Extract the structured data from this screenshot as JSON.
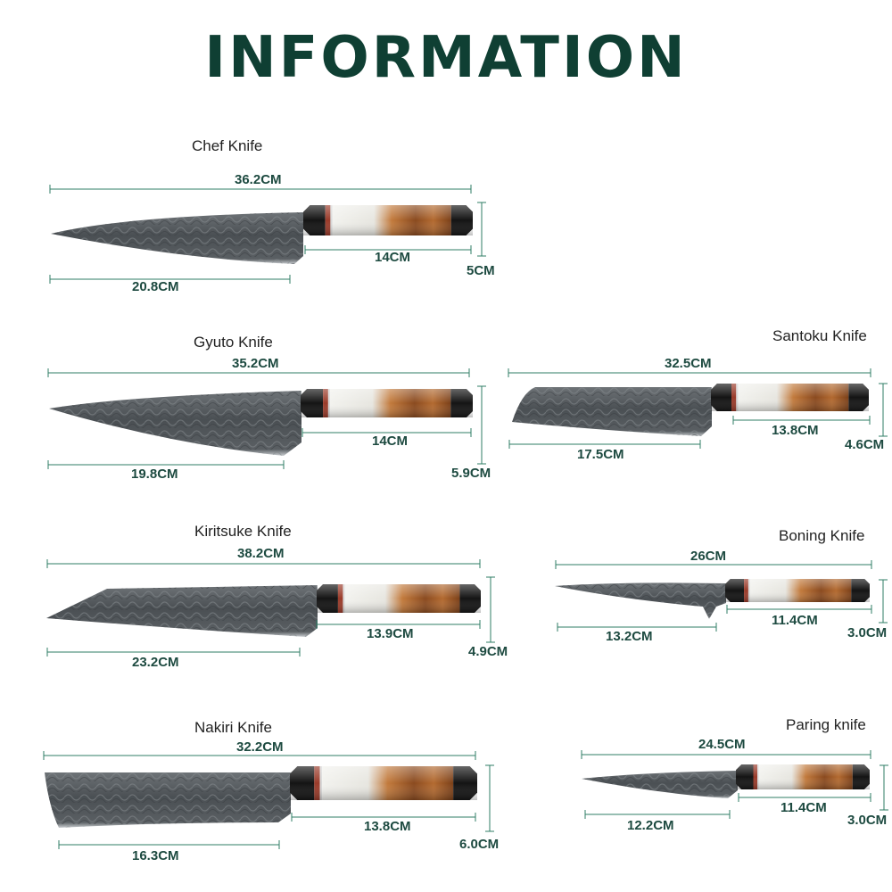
{
  "title": "INFORMATION",
  "colors": {
    "title": "#0f3f33",
    "dimension_line": "#2f7d66",
    "dimension_text": "#1d4a40"
  },
  "knives": [
    {
      "name": "Chef Knife",
      "total_length": "36.2CM",
      "handle_length": "14CM",
      "blade_length": "20.8CM",
      "height": "5CM"
    },
    {
      "name": "Gyuto Knife",
      "total_length": "35.2CM",
      "handle_length": "14CM",
      "blade_length": "19.8CM",
      "height": "5.9CM"
    },
    {
      "name": "Santoku Knife",
      "total_length": "32.5CM",
      "handle_length": "13.8CM",
      "blade_length": "17.5CM",
      "height": "4.6CM"
    },
    {
      "name": "Kiritsuke Knife",
      "total_length": "38.2CM",
      "handle_length": "13.9CM",
      "blade_length": "23.2CM",
      "height": "4.9CM"
    },
    {
      "name": "Boning Knife",
      "total_length": "26CM",
      "handle_length": "11.4CM",
      "blade_length": "13.2CM",
      "height": "3.0CM"
    },
    {
      "name": "Nakiri Knife",
      "total_length": "32.2CM",
      "handle_length": "13.8CM",
      "blade_length": "16.3CM",
      "height": "6.0CM"
    },
    {
      "name": "Paring knife",
      "total_length": "24.5CM",
      "handle_length": "11.4CM",
      "blade_length": "12.2CM",
      "height": "3.0CM"
    }
  ]
}
